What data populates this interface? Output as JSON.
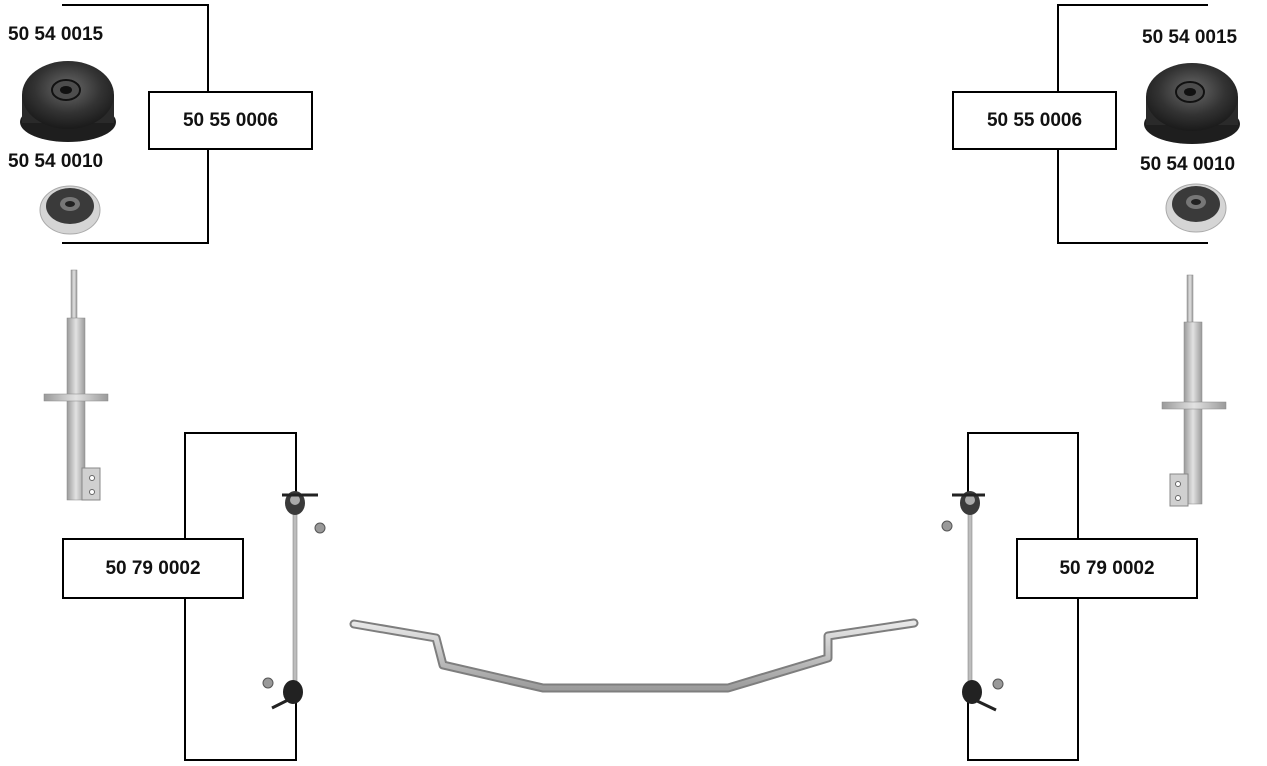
{
  "left": {
    "strut_mount_code": "50 54 0015",
    "strut_bearing_code": "50 54 0010",
    "kit_code": "50 55 0006",
    "stabilizer_link_code": "50 79 0002"
  },
  "right": {
    "strut_mount_code": "50 54 0015",
    "strut_bearing_code": "50 54 0010",
    "kit_code": "50 55 0006",
    "stabilizer_link_code": "50 79 0002"
  },
  "icons": [
    "strut-mount-icon",
    "strut-bearing-icon",
    "shock-absorber-icon",
    "stabilizer-link-icon",
    "stabilizer-bar-icon"
  ],
  "colors": {
    "line": "#000000",
    "part_dark": "#2b2b2b",
    "metal": "#c8c8c8"
  }
}
